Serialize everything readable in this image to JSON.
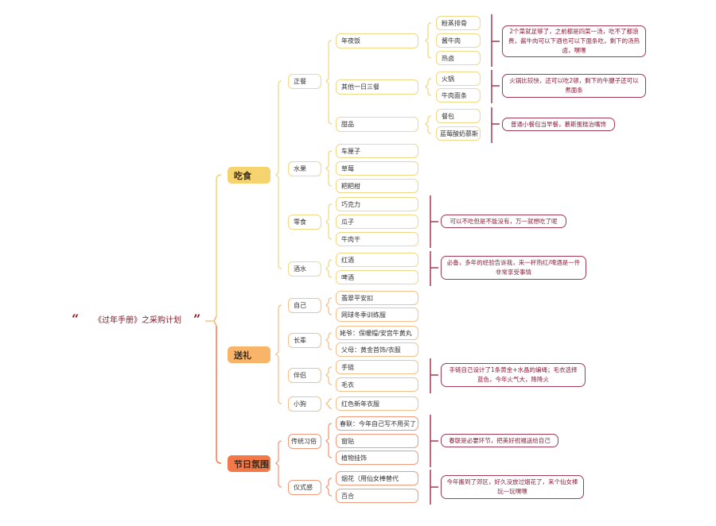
{
  "title": "《过年手册》之采购计划",
  "quote_open": "“",
  "quote_close": "”",
  "colors": {
    "eat": "#f5d36e",
    "eat_border": "#f0d886",
    "gift": "#f8b56a",
    "gift_border": "#f6c08a",
    "festival": "#f27a4a",
    "festival_border": "#f29a7a",
    "note": "#a23a53"
  },
  "categories": [
    {
      "label": "吃食",
      "children": [
        {
          "label": "正餐",
          "children": [
            {
              "label": "年夜饭",
              "items": [
                "粉蒸排骨",
                "酱牛肉",
                "热卤"
              ],
              "note": "2个菜就足够了，之前都是四菜一汤，吃不了都浪费，酱牛肉可以下酒也可以下面条吃，剩下的汤热卤，嘿嘿"
            },
            {
              "label": "其他一日三餐",
              "items": [
                "火锅",
                "牛肉面条"
              ],
              "note": "火锅比较快，还可以吃2顿，剩下的牛腱子还可以煮面条"
            },
            {
              "label": "甜品",
              "items": [
                "餐包",
                "蓝莓酸奶慕斯"
              ],
              "note": "普通小餐包当早餐，慕斯蛋糕治嘴馋"
            }
          ]
        },
        {
          "label": "水果",
          "items": [
            "车厘子",
            "草莓",
            "粑粑柑"
          ]
        },
        {
          "label": "零食",
          "items": [
            "巧克力",
            "瓜子",
            "牛肉干"
          ],
          "note": "可以不吃但是不能没有，万一就想吃了呢"
        },
        {
          "label": "酒水",
          "items": [
            "红酒",
            "啤酒"
          ],
          "note": "必备，多年的经验告诉我，来一杯热红/啤酒是一件非常享受事情"
        }
      ]
    },
    {
      "label": "送礼",
      "children": [
        {
          "label": "自己",
          "items": [
            "翡翠平安扣",
            "网球冬季训练服"
          ]
        },
        {
          "label": "长辈",
          "items": [
            "姥爷：保暖帽/安宫牛黄丸",
            "父母：黄金首饰/衣服"
          ]
        },
        {
          "label": "伴侣",
          "items": [
            "手链",
            "毛衣"
          ],
          "note": "手链自己设计了1条黄金+水晶的编绳；毛衣选择蓝色，今年火气大，降降火"
        },
        {
          "label": "小狗",
          "items": [
            "红色新年衣服"
          ]
        }
      ]
    },
    {
      "label": "节日氛围",
      "children": [
        {
          "label": "传统习俗",
          "items": [
            "春联：今年自己写不用买了",
            "窗贴",
            "植物挂饰"
          ],
          "note": "春联是必要环节，把美好祝福送给自己"
        },
        {
          "label": "仪式感",
          "items": [
            "烟花（用仙女棒替代",
            "百合"
          ],
          "note": "今年搬到了郊区，好久没放过烟花了，来个仙女棒玩一玩嘿嘿"
        }
      ]
    }
  ]
}
